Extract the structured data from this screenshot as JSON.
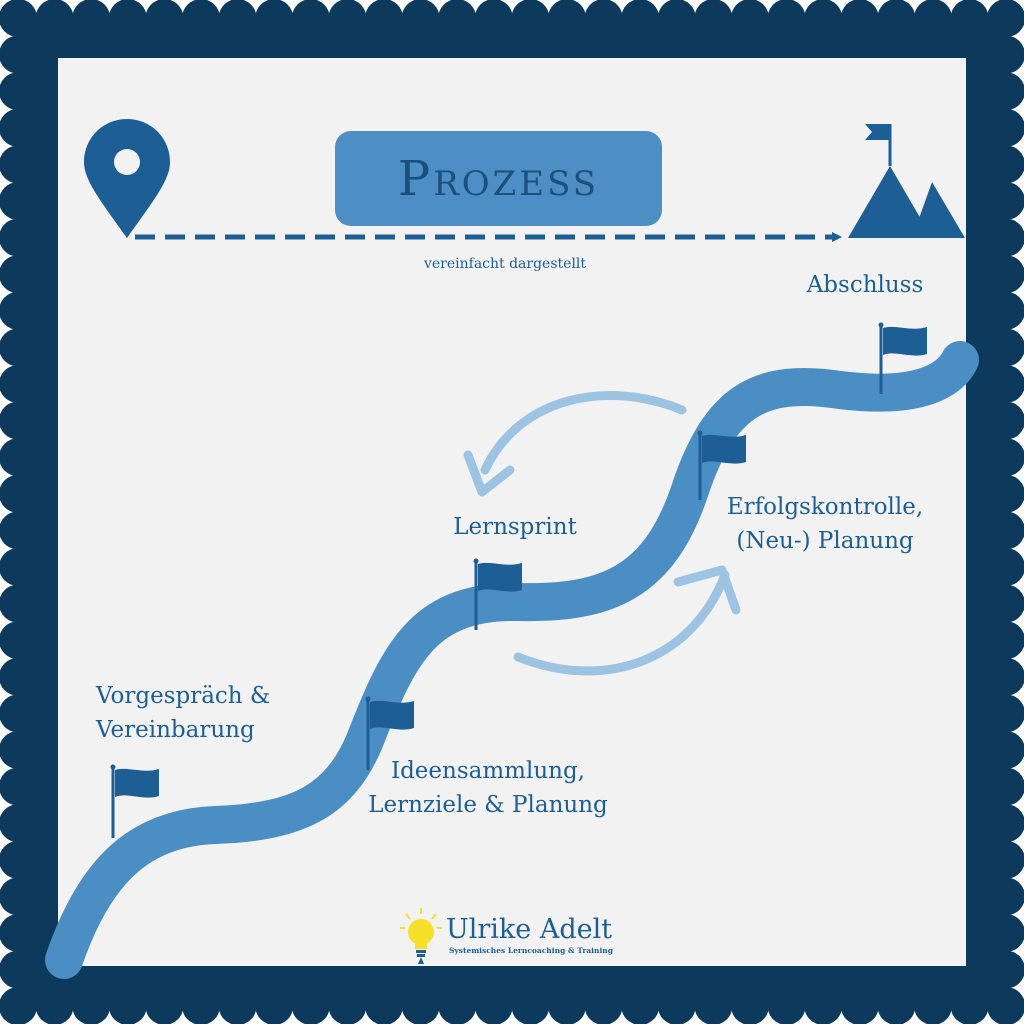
{
  "title": "Prozess",
  "subtitle": "vereinfacht dargestellt",
  "milestones": [
    {
      "id": "vorgespraech",
      "lines": [
        "Vorgespräch &",
        "Vereinbarung"
      ]
    },
    {
      "id": "ideensammlung",
      "lines": [
        "Ideensammlung,",
        "Lernziele & Planung"
      ]
    },
    {
      "id": "lernsprint",
      "lines": [
        "Lernsprint"
      ]
    },
    {
      "id": "erfolgskontrolle",
      "lines": [
        "Erfolgskontrolle,",
        "(Neu-) Planung"
      ]
    },
    {
      "id": "abschluss",
      "lines": [
        "Abschluss"
      ]
    }
  ],
  "brand": {
    "name": "Ulrike Adelt",
    "tagline": "Systemisches Lerncoaching & Training"
  },
  "colors": {
    "frame": "#0d3a5c",
    "background": "#f2f2f3",
    "path": "#4a8ec3",
    "flag": "#1d5e94",
    "loop_arrow": "#9dc3e2",
    "text": "#1d5e94",
    "title_box": "#4d8fc4",
    "bulb": "#f6df2a"
  },
  "icons": [
    "location-pin-icon",
    "mountain-flag-icon",
    "flag-icon",
    "lightbulb-icon"
  ]
}
